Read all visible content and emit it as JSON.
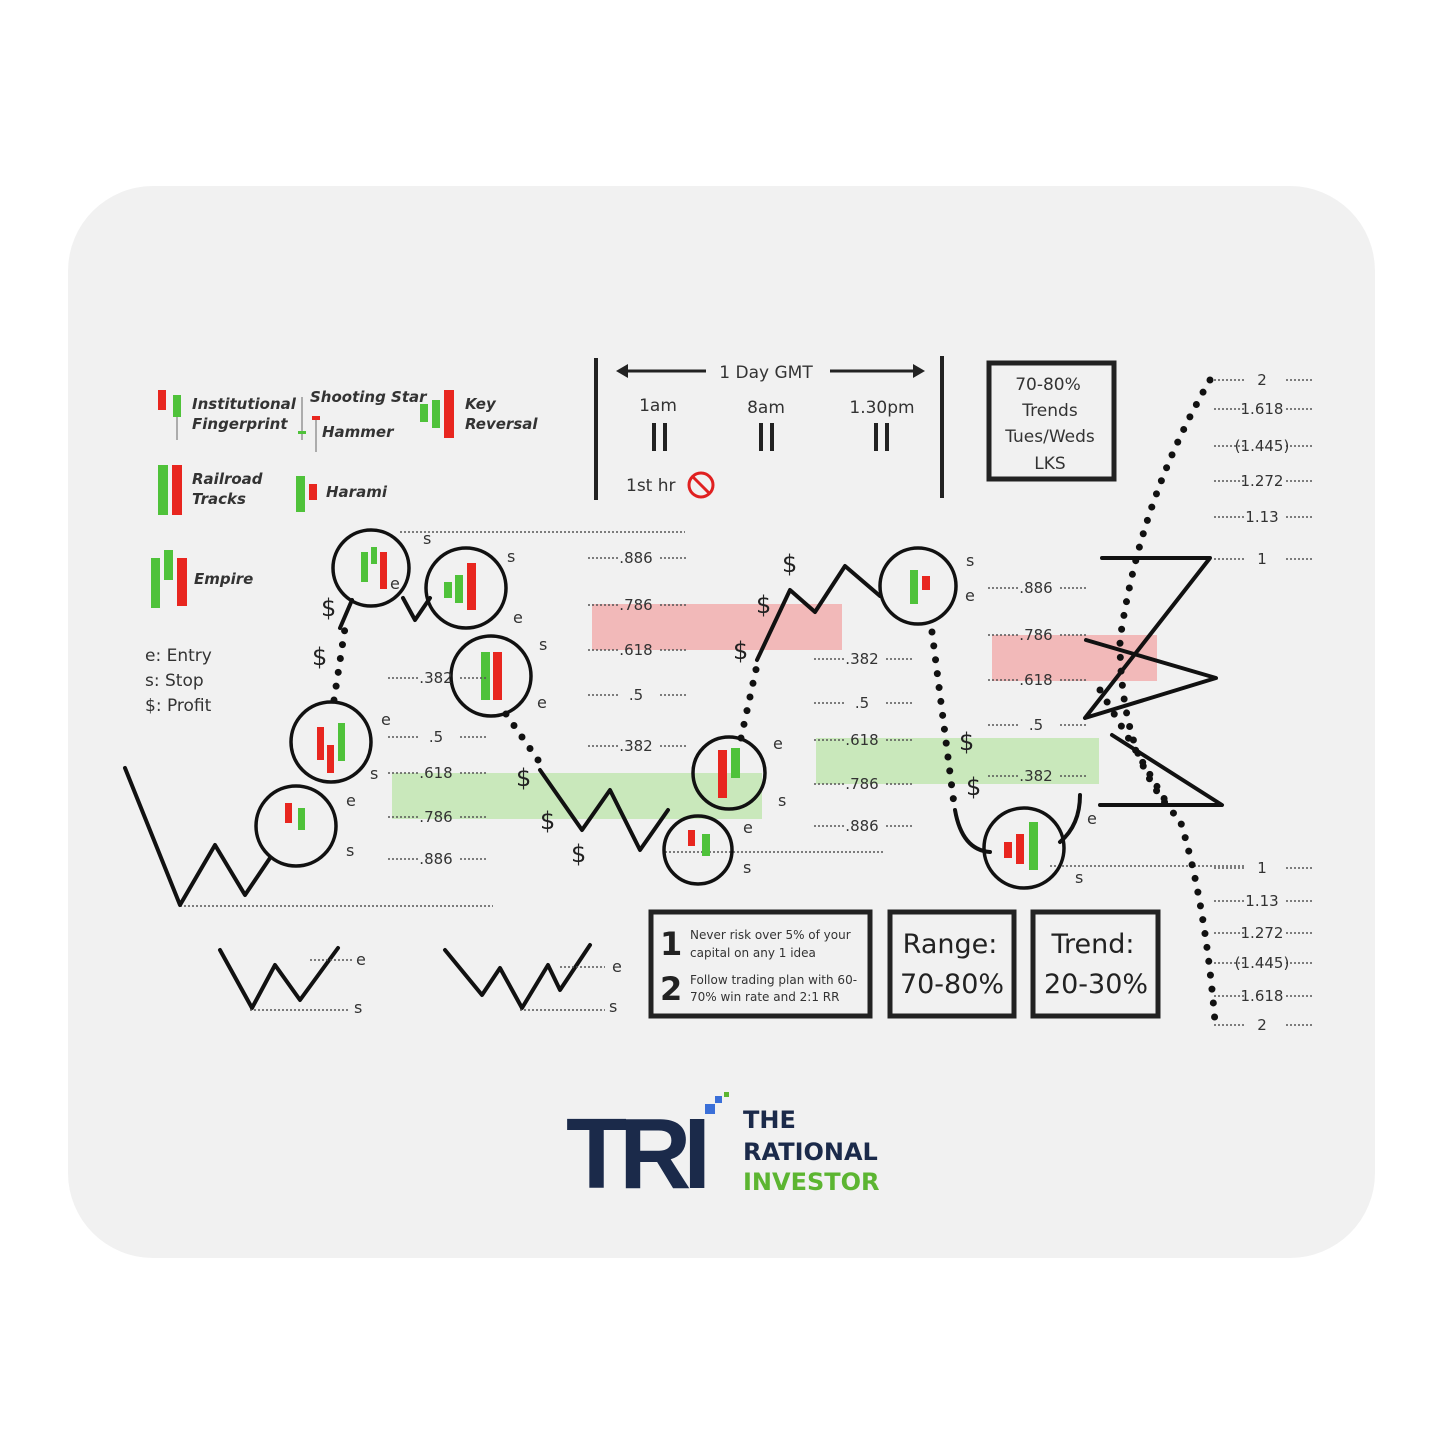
{
  "patterns": {
    "institutional": [
      "Institutional",
      "Fingerprint"
    ],
    "shooting_star": "Shooting Star",
    "hammer": "Hammer",
    "key_reversal": [
      "Key",
      "Reversal"
    ],
    "railroad": [
      "Railroad",
      "Tracks"
    ],
    "harami": "Harami",
    "empire": "Empire"
  },
  "key": [
    "e: Entry",
    "s: Stop",
    "$: Profit"
  ],
  "timeline": {
    "title": "1 Day GMT",
    "times": [
      "1am",
      "8am",
      "1.30pm"
    ],
    "first_hr": "1st hr",
    "no_icon": "prohibited-icon"
  },
  "trend_box": [
    "70-80%",
    "Trends",
    "Tues/Weds",
    "LKS"
  ],
  "rules": {
    "num1": "1",
    "rule1": [
      "Never risk over 5% of your",
      "capital on any 1 idea"
    ],
    "num2": "2",
    "rule2": [
      "Follow trading plan with 60-",
      "70% win rate and 2:1 RR"
    ]
  },
  "range": {
    "label": "Range:",
    "value": "70-80%"
  },
  "trend": {
    "label": "Trend:",
    "value": "20-30%"
  },
  "fib_levels": {
    "left": [
      ".382",
      ".5",
      ".618",
      ".786",
      ".886"
    ],
    "center": [
      ".886",
      ".786",
      ".618",
      ".5",
      ".382"
    ],
    "center_right": [
      ".382",
      ".5",
      ".618",
      ".786",
      ".886"
    ],
    "right": [
      ".886",
      ".786",
      ".618",
      ".5",
      ".382"
    ],
    "ext_top": [
      "2",
      "1.618",
      "(1.445)",
      "1.272",
      "1.13",
      "1"
    ],
    "ext_bottom": [
      "1",
      "1.13",
      "1.272",
      "(1.445)",
      "1.618",
      "2"
    ]
  },
  "markers": {
    "e": "e",
    "s": "s",
    "profit": "$"
  },
  "brand": {
    "logo": "TRI",
    "line1": "THE",
    "line2": "RATIONAL",
    "line3": "INVESTOR",
    "navy": "#1b2a4a",
    "green": "#5cb531",
    "blue": "#3a6fd8"
  },
  "colors": {
    "bull": "#4fc23a",
    "bear": "#e8261f",
    "profit_zone": "#c9e8bb",
    "loss_zone": "#f2b9b9"
  }
}
